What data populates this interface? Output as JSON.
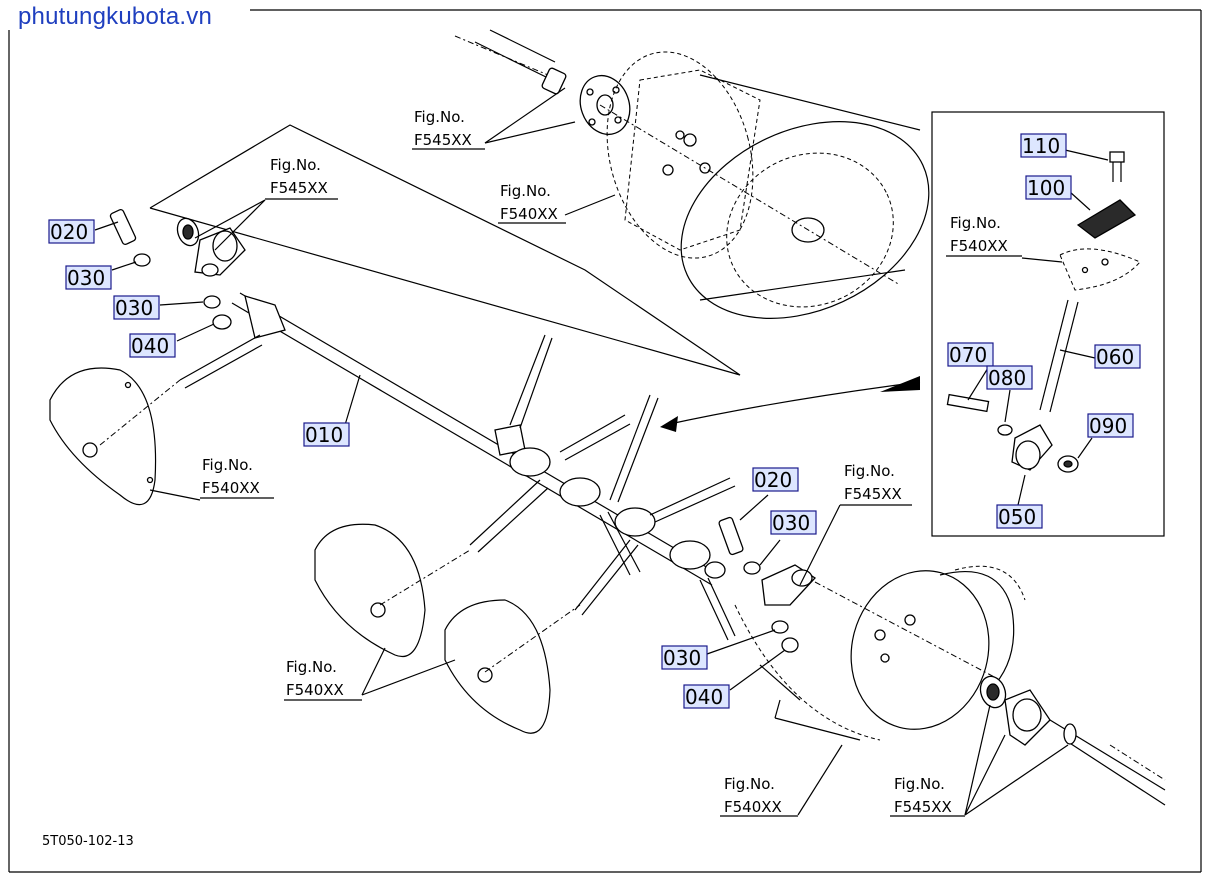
{
  "watermark": "phutungkubota.vn",
  "drawing_code": "5T050-102-13",
  "parts": {
    "p010": "010",
    "p020_left": "020",
    "p030_left_a": "030",
    "p030_left_b": "030",
    "p040_left": "040",
    "p020_right": "020",
    "p030_right_a": "030",
    "p030_right_b": "030",
    "p040_right": "040",
    "p050": "050",
    "p060": "060",
    "p070": "070",
    "p080": "080",
    "p090": "090",
    "p100": "100",
    "p110": "110"
  },
  "refs": {
    "fig_no": "Fig.No.",
    "top_f545": "F545XX",
    "top_f540": "F540XX",
    "left_f545": "F545XX",
    "left_f540": "F540XX",
    "mid_f540": "F540XX",
    "right_f545": "F545XX",
    "bottom_f540": "F540XX",
    "bottom_f545": "F545XX",
    "inset_f540": "F540XX"
  }
}
